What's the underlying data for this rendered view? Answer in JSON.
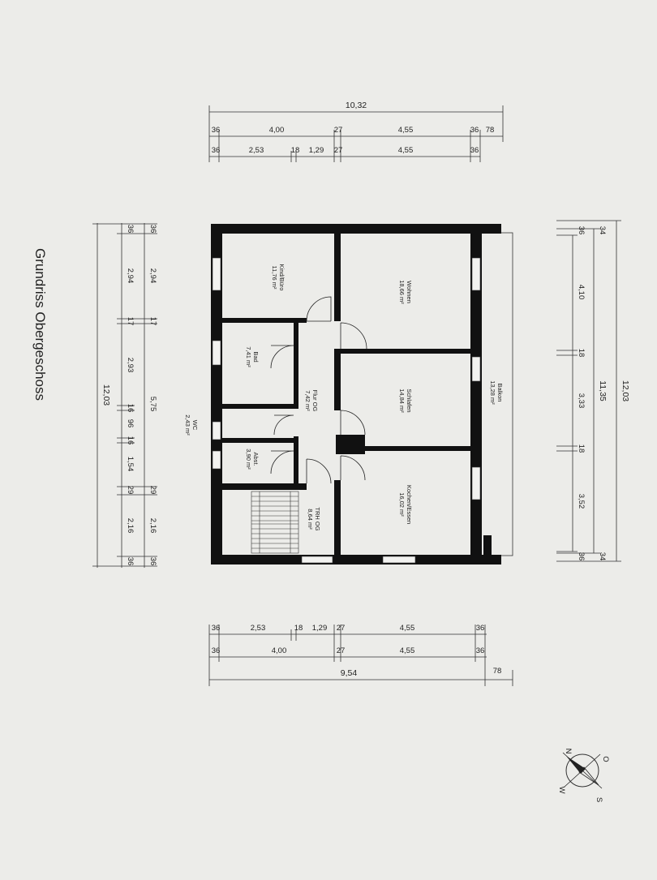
{
  "title": "Grundriss Obergeschoss",
  "rooms": [
    {
      "name": "Kind/Büro",
      "area": "11,76 m²"
    },
    {
      "name": "Wohnen",
      "area": "18,66 m²"
    },
    {
      "name": "Balkon",
      "area": "13,28 m²"
    },
    {
      "name": "Bad",
      "area": "7,41 m²"
    },
    {
      "name": "Flur OG",
      "area": "7,42 m²"
    },
    {
      "name": "Schlafen",
      "area": "14,84 m²"
    },
    {
      "name": "WC",
      "area": "2,43 m²"
    },
    {
      "name": "Abst.",
      "area": "3,90 m²"
    },
    {
      "name": "TRH OG",
      "area": "8,64 m²"
    },
    {
      "name": "Kochen/Essen",
      "area": "16,02 m²"
    }
  ],
  "top_dims": {
    "total": "10,32",
    "row1": [
      "36",
      "4,00",
      "27",
      "4,55",
      "36",
      "78"
    ],
    "row2": [
      "36",
      "2,53",
      "18",
      "1,29",
      "27",
      "4,55",
      "36"
    ]
  },
  "bottom_dims": {
    "row1": [
      "36",
      "2,53",
      "18",
      "1,29",
      "27",
      "4,55",
      "36"
    ],
    "row2": [
      "36",
      "4,00",
      "27",
      "4,55",
      "36"
    ],
    "total": "9,54",
    "extra": "78"
  },
  "right_dims": {
    "total_outer": "12,03",
    "total_inner": "11,35",
    "top_small": [
      "34",
      "36"
    ],
    "segments": [
      "4,10",
      "18",
      "3,33",
      "18",
      "3,52"
    ],
    "bottom_small": [
      "36",
      "34"
    ]
  },
  "left_dims": {
    "row1": [
      "36",
      "2,94",
      "17",
      "5,75",
      "29",
      "2,16",
      "36"
    ],
    "row2": [
      "36",
      "2,94",
      "17",
      "2,93",
      "16",
      "96",
      "16",
      "1,54",
      "29",
      "2,16",
      "36"
    ],
    "total": "12,03"
  },
  "compass": [
    "N",
    "O",
    "S",
    "W"
  ]
}
